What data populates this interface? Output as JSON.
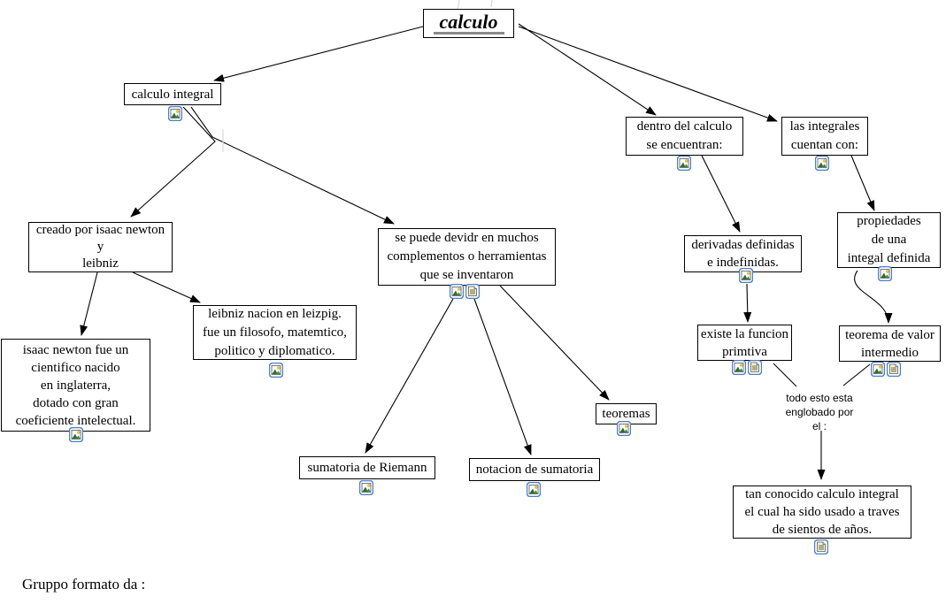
{
  "map_title": "calculo",
  "nodes": {
    "calculo": {
      "label": "calculo"
    },
    "calculo_integral": {
      "label": "calculo integral"
    },
    "dentro": {
      "label": "dentro del calculo\nse encuentran:"
    },
    "las_integrales": {
      "label": "las integrales\ncuentan con:"
    },
    "creado": {
      "label": "creado por isaac newton\ny\nleibniz"
    },
    "newton": {
      "label": "isaac newton fue un\ncientifico nacido\nen inglaterra,\ndotado con gran\ncoeficiente intelectual."
    },
    "leibniz": {
      "label": "leibniz nacion en leizpig.\nfue un filosofo, matemtico,\npolitico y diplomatico."
    },
    "se_puede": {
      "label": "se puede devidr en muchos\ncomplementos o herramientas\nque se inventaron"
    },
    "sumatoria": {
      "label": "sumatoria de Riemann"
    },
    "notacion": {
      "label": "notacion de sumatoria"
    },
    "teoremas": {
      "label": "teoremas"
    },
    "derivadas": {
      "label": "derivadas definidas\ne indefinidas."
    },
    "existe": {
      "label": "existe la funcion\nprimtiva"
    },
    "propiedades": {
      "label": "propiedades\nde una\nintegal definida"
    },
    "teorema_valor": {
      "label": "teorema de valor\nintermedio"
    },
    "todo_esto": {
      "label": "todo esto esta\nenglobado por\nel :"
    },
    "tan_conocido": {
      "label": "tan conocido calculo integral\nel cual ha sido usado a traves\nde sientos de años."
    }
  },
  "edges": [
    {
      "from": "calculo",
      "to": "calculo_integral"
    },
    {
      "from": "calculo",
      "to": "dentro"
    },
    {
      "from": "calculo",
      "to": "las_integrales"
    },
    {
      "from": "calculo_integral",
      "to": "creado"
    },
    {
      "from": "calculo_integral",
      "to": "se_puede"
    },
    {
      "from": "creado",
      "to": "newton"
    },
    {
      "from": "creado",
      "to": "leibniz"
    },
    {
      "from": "se_puede",
      "to": "sumatoria"
    },
    {
      "from": "se_puede",
      "to": "notacion"
    },
    {
      "from": "se_puede",
      "to": "teoremas"
    },
    {
      "from": "dentro",
      "to": "derivadas"
    },
    {
      "from": "las_integrales",
      "to": "propiedades"
    },
    {
      "from": "derivadas",
      "to": "existe"
    },
    {
      "from": "propiedades",
      "to": "teorema_valor"
    },
    {
      "from": "existe",
      "to": "todo_esto"
    },
    {
      "from": "teorema_valor",
      "to": "todo_esto"
    },
    {
      "from": "todo_esto",
      "to": "tan_conocido"
    }
  ],
  "icons": {
    "image_resource": "image-icon",
    "document_resource": "document-icon"
  },
  "colors": {
    "line": "#000000",
    "icon_frame": "#4a7fc8",
    "title_underline": "#8a8a8a"
  },
  "footer": {
    "credit": "Gruppo formato da :"
  }
}
